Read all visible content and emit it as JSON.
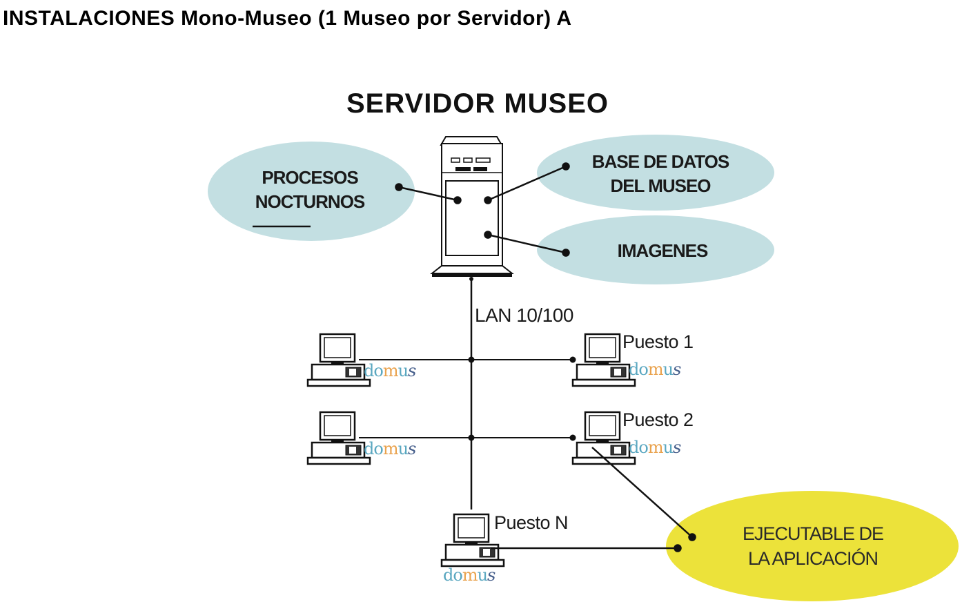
{
  "page_title": "INSTALACIONES Mono-Museo (1 Museo por Servidor) A",
  "server": {
    "title": "SERVIDOR MUSEO",
    "bubbles": {
      "procesos": [
        "PROCESOS",
        "NOCTURNOS"
      ],
      "base_datos": [
        "BASE DE DATOS",
        "DEL MUSEO"
      ],
      "imagenes": [
        "IMAGENES"
      ]
    }
  },
  "network": {
    "label": "LAN 10/100"
  },
  "workstations": {
    "puesto_1": "Puesto 1",
    "puesto_2": "Puesto 2",
    "puesto_n": "Puesto N",
    "logo": {
      "part1": "do",
      "part2": "m",
      "part3": "u",
      "part4": "s"
    }
  },
  "executable": {
    "lines": [
      "EJECUTABLE  DE",
      "LA  APLICACIÓN"
    ]
  },
  "colors": {
    "bubble_blue": "#c3dfe2",
    "bubble_yellow": "#ece23a",
    "logo_blue": "#5aa7c0",
    "logo_orange": "#e9a24d",
    "logo_s": "#445d8a"
  }
}
